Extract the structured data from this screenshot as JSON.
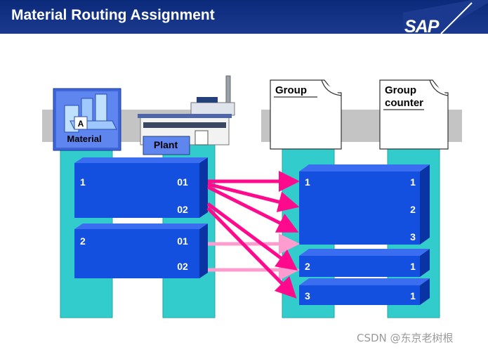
{
  "header": {
    "title": "Material Routing Assignment",
    "logo_text": "SAP"
  },
  "icons": {
    "material_letter": "A",
    "material_label": "Material",
    "plant_label": "Plant"
  },
  "documents": {
    "group_label": "Group",
    "group_counter_line1": "Group",
    "group_counter_line2": "counter"
  },
  "materials": [
    {
      "label": "1",
      "plants": [
        "01",
        "02"
      ]
    },
    {
      "label": "2",
      "plants": [
        "01",
        "02"
      ]
    }
  ],
  "groups": [
    {
      "label": "1",
      "counters": [
        "1",
        "2",
        "3"
      ]
    },
    {
      "label": "2",
      "counters": [
        "1"
      ]
    },
    {
      "label": "3",
      "counters": [
        "1"
      ]
    }
  ],
  "colors": {
    "header": "#0b2a7a",
    "block_blue": "#1450e0",
    "pillar_cyan": "#33cccc",
    "band_gray": "#c0c0c0",
    "arrow_magenta": "#ff0a8c",
    "arrow_pink": "#ff9ccf"
  },
  "watermark": "CSDN @东京老树根"
}
